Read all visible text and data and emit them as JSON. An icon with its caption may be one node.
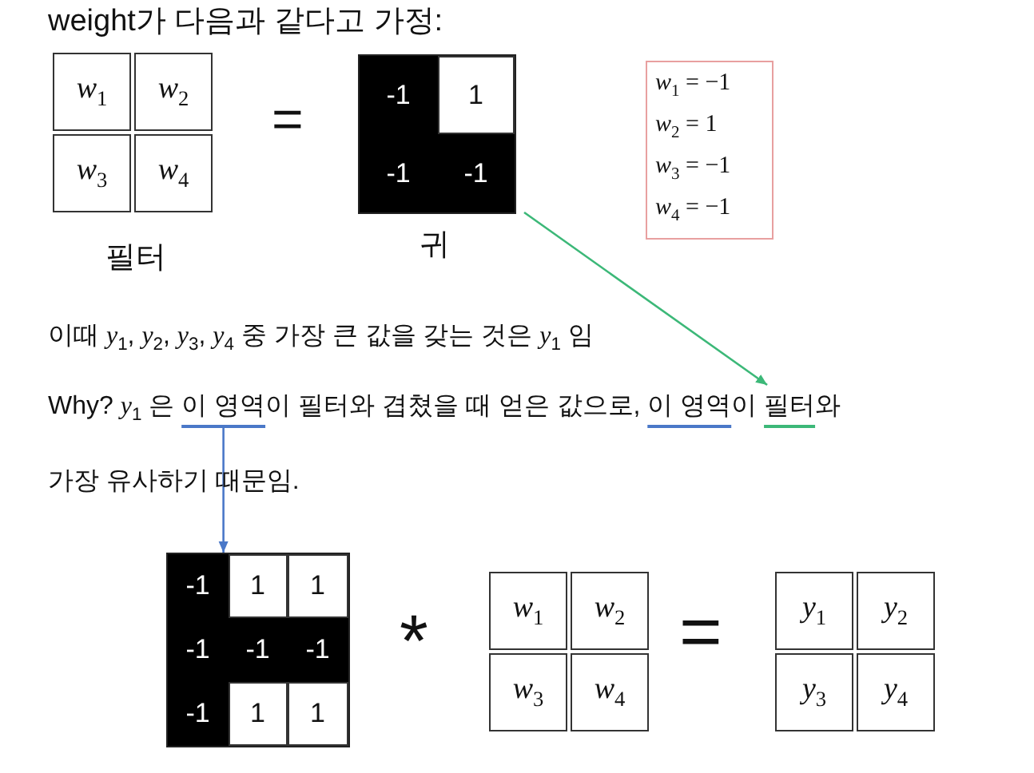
{
  "diagram": {
    "title": "weight가 다음과 같다고 가정:",
    "nodes": [
      {
        "text": [],
        "shape": "box",
        "beside": [
          "필터"
        ]
      },
      {
        "text": [
          "*w*$_{1}$"
        ],
        "in": 0
      },
      {
        "text": [
          "*w*$_{2}$"
        ],
        "in": 0
      },
      {
        "text": [
          "*w*$_{3}$"
        ],
        "in": 0
      },
      {
        "text": [
          "*w*$_{4}$"
        ],
        "in": 0
      },
      {
        "text": [],
        "shape": "box",
        "beside": [
          "귀"
        ]
      },
      {
        "text": [
          "-1"
        ],
        "in": 5
      },
      {
        "text": [
          "1"
        ],
        "in": 5
      },
      {
        "text": [
          "-1"
        ],
        "in": 5
      },
      {
        "text": [
          "-1"
        ],
        "in": 5
      },
      {
        "text": [
          "*w*$_{1}$ = −1",
          "*w*$_{2}$ = 1",
          "*w*$_{3}$ = −1",
          "*w*$_{4}$ = −1"
        ]
      },
      {
        "text": [],
        "shape": "box"
      },
      {
        "text": [
          "-1"
        ],
        "in": 11
      },
      {
        "text": [
          "1"
        ],
        "in": 11
      },
      {
        "text": [
          "1"
        ],
        "in": 11
      },
      {
        "text": [
          "-1"
        ],
        "in": 11
      },
      {
        "text": [
          "-1"
        ],
        "in": 11
      },
      {
        "text": [
          "-1"
        ],
        "in": 11
      },
      {
        "text": [
          "-1"
        ],
        "in": 11
      },
      {
        "text": [
          "1"
        ],
        "in": 11
      },
      {
        "text": [
          "1"
        ],
        "in": 11
      },
      {
        "text": [],
        "shape": "box"
      },
      {
        "text": [
          "*w*$_{1}$"
        ],
        "in": 21
      },
      {
        "text": [
          "*w*$_{2}$"
        ],
        "in": 21
      },
      {
        "text": [
          "*w*$_{3}$"
        ],
        "in": 21
      },
      {
        "text": [
          "*w*$_{4}$"
        ],
        "in": 21
      },
      {
        "text": [],
        "shape": "box"
      },
      {
        "text": [
          "*y*$_{1}$"
        ],
        "in": 26
      },
      {
        "text": [
          "*y*$_{2}$"
        ],
        "in": 26
      },
      {
        "text": [
          "*y*$_{3}$"
        ],
        "in": 26
      },
      {
        "text": [
          "*y*$_{4}$"
        ],
        "in": 26
      },
      {
        "text": [
          "Why? *y*$_{1}$ 은 이 영역이 필터와 겹쳤을 때 얻은 값으로, 이 영역이 필터와 가장 유사하기 때문임."
        ]
      }
    ],
    "edges": [
      {
        "from": 5,
        "to": 31,
        "arrow": "to",
        "color": "#3cb878"
      },
      {
        "from": 31,
        "to": 11,
        "arrow": "to",
        "color": "#4a78c8"
      }
    ],
    "labels": [
      "=",
      "이때 *y*$_{1}$, *y*$_{2}$, *y*$_{3}$, *y*$_{4}$ 중 가장 큰 값을 갖는 것은 *y*$_{1}$ 임",
      "*",
      "="
    ]
  }
}
